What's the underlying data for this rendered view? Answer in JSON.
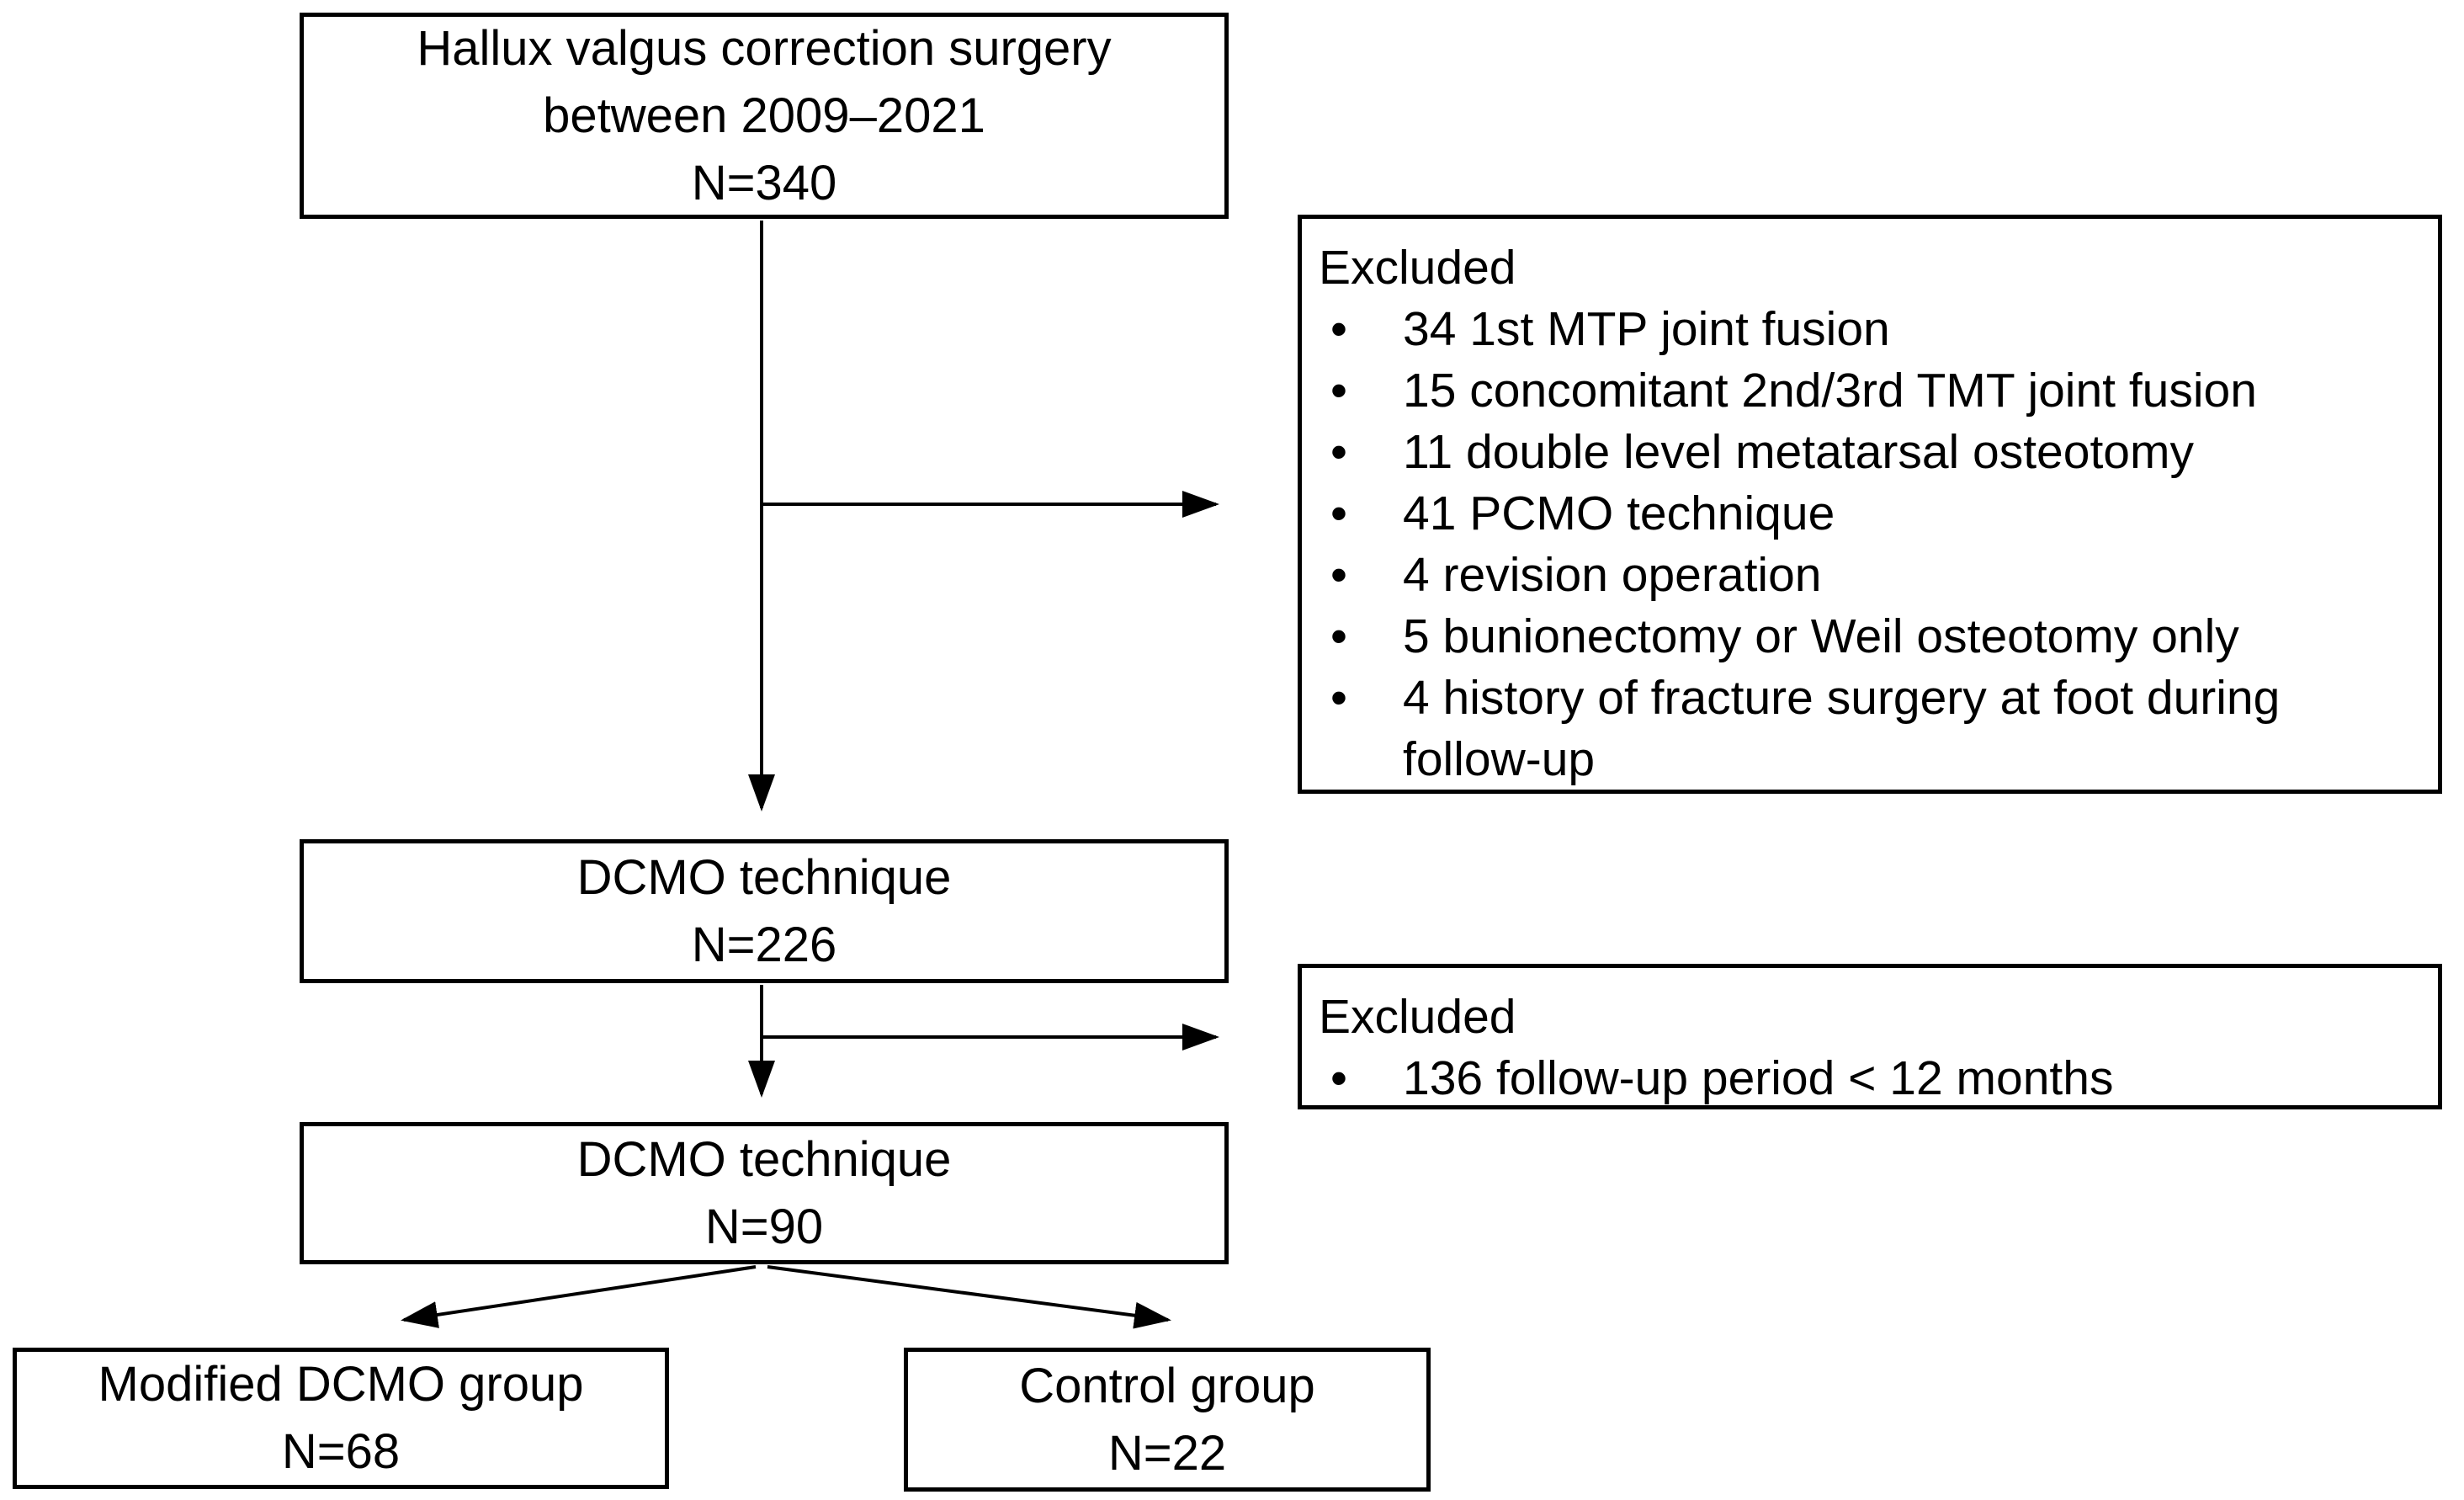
{
  "diagram": {
    "background_color": "#ffffff",
    "line_color": "#000000",
    "boxes": {
      "surgery": {
        "line1": "Hallux valgus correction surgery",
        "line2": "between 2009–2021",
        "line3": "N=340"
      },
      "excluded_primary": {
        "title": "Excluded",
        "items": [
          "34 1st MTP joint fusion",
          "15 concomitant 2nd/3rd TMT joint fusion",
          "11 double level metatarsal osteotomy",
          "41 PCMO technique",
          "4 revision operation",
          "5 bunionectomy or Weil osteotomy only",
          "4 history of fracture surgery at foot during follow-up"
        ]
      },
      "dcmo_226": {
        "line1": "DCMO technique",
        "line2": "N=226"
      },
      "excluded_followup": {
        "title": "Excluded",
        "items": [
          "136 follow-up period < 12 months"
        ]
      },
      "dcmo_90": {
        "line1": "DCMO technique",
        "line2": "N=90"
      },
      "modified_group": {
        "line1": "Modified DCMO group",
        "line2": "N=68"
      },
      "control_group": {
        "line1": "Control group",
        "line2": "N=22"
      }
    }
  }
}
